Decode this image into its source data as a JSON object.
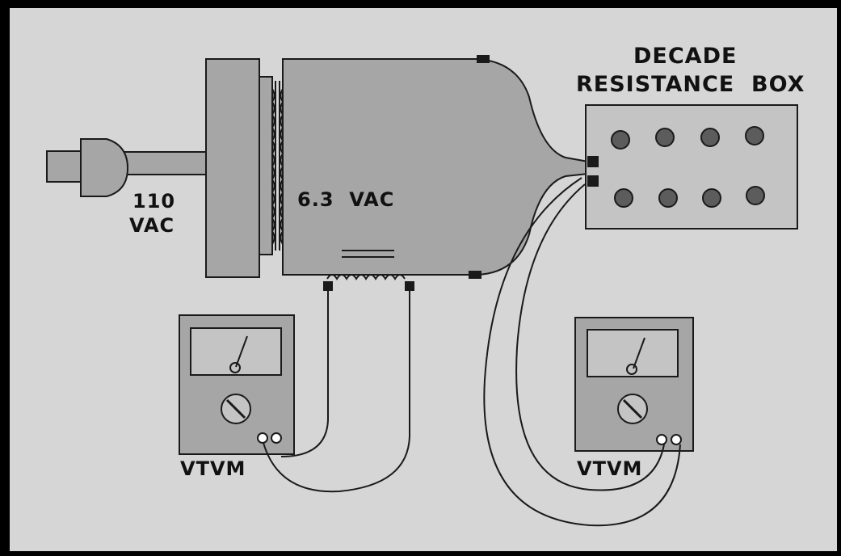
{
  "labels": {
    "plug_voltage_line1": "110",
    "plug_voltage_line2": "VAC",
    "secondary_voltage": "6.3  VAC",
    "decade_box_line1": "DECADE",
    "decade_box_line2": "RESISTANCE  BOX",
    "meter_left": "VTVM",
    "meter_right": "VTVM"
  },
  "colors": {
    "frame": "#000000",
    "background": "#d6d6d6",
    "component_fill": "#a6a6a6",
    "panel_fill": "#c4c4c4",
    "ink": "#1a1a1a",
    "dial_fill": "#5c5c5c"
  },
  "icons": {
    "plug": "power-plug-icon",
    "transformer": "transformer-icon",
    "knob": "rotary-knob-icon",
    "meter": "vtvm-meter-icon"
  }
}
